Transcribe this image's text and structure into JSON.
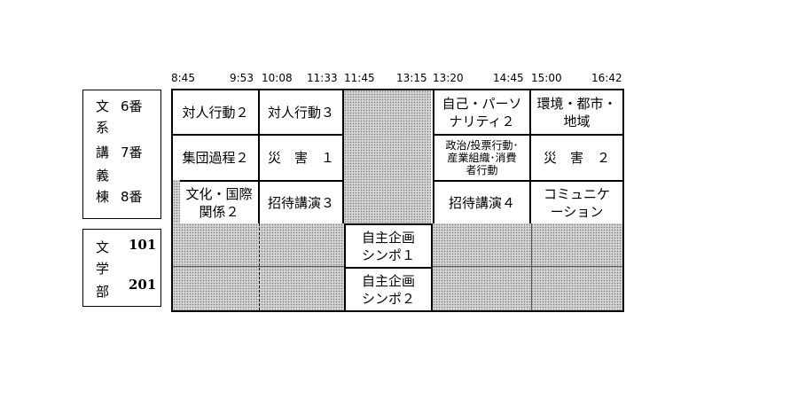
{
  "times": [
    "8:45",
    "9:53",
    "10:08",
    "11:33",
    "11:45",
    "13:15",
    "13:20",
    "14:45",
    "15:00",
    "16:42"
  ],
  "building": {
    "name_chars": [
      "文",
      "系",
      "講",
      "義",
      "棟"
    ],
    "rooms": [
      "6番",
      "7番",
      "8番"
    ]
  },
  "faculty": {
    "name_chars": [
      "文",
      "学",
      "部"
    ],
    "rooms": [
      "101",
      "201"
    ]
  },
  "sessions": {
    "r6_c1": "対人行動２",
    "r6_c2": "対人行動３",
    "r6_c4_l1": "自己・パーソ",
    "r6_c4_l2": "ナリティ２",
    "r6_c5_l1": "環境・都市・",
    "r6_c5_l2": "地域",
    "r7_c1": "集団過程２",
    "r7_c2": "災　害　１",
    "r7_c4_l1": "政治/投票行動･",
    "r7_c4_l2": "産業組織･消費",
    "r7_c4_l3": "者行動",
    "r7_c5": "災　害　２",
    "r8_c1_l1": "文化・国際",
    "r8_c1_l2": "関係２",
    "r8_c2": "招待講演３",
    "r8_c4": "招待講演４",
    "r8_c5_l1": "コミュニケ",
    "r8_c5_l2": "ーション",
    "r101_c3_l1": "自主企画",
    "r101_c3_l2": "シンポ１",
    "r201_c3_l1": "自主企画",
    "r201_c3_l2": "シンポ２"
  }
}
